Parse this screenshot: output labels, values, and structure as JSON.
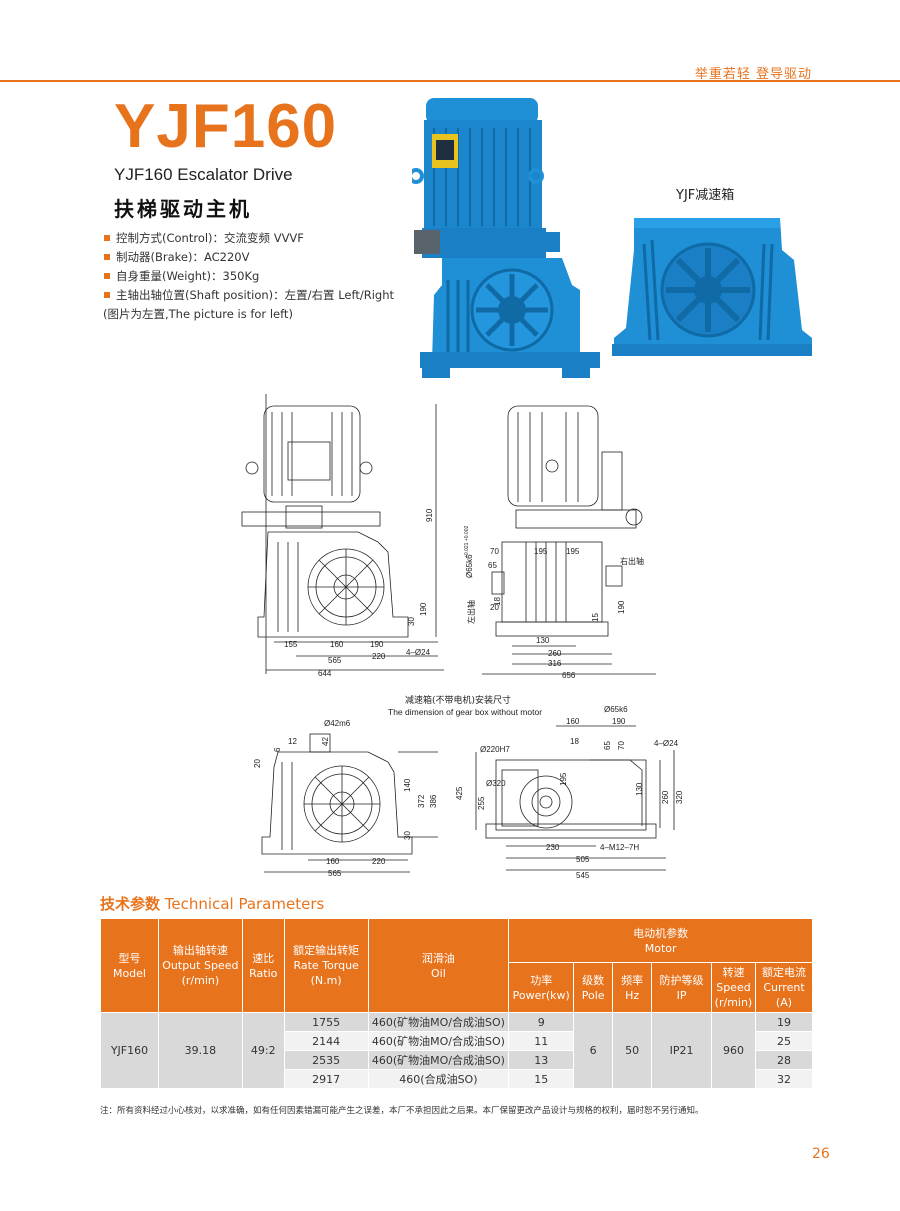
{
  "header": {
    "slogan": "举重若轻  登导驱动"
  },
  "product": {
    "model": "YJF160",
    "subtitle_en": "YJF160 Escalator Drive",
    "subtitle_cn": "扶梯驱动主机"
  },
  "specs": [
    "控制方式(Control)：交流变频 VVVF",
    "制动器(Brake)：AC220V",
    "自身重量(Weight)：350Kg",
    "主轴出轴位置(Shaft position)：左置/右置 Left/Right"
  ],
  "specs_note": "(图片为左置,The picture is for left)",
  "gearbox_caption": "YJF减速箱",
  "drawings": {
    "front_dims": {
      "d155": "155",
      "d160": "160",
      "d190": "190",
      "d220": "220",
      "d565": "565",
      "d644": "644",
      "d910": "910",
      "d30": "30",
      "d190v": "190",
      "holes": "4–Ø24"
    },
    "side_dims": {
      "d70": "70",
      "d195a": "195",
      "d195b": "195",
      "d65": "65",
      "d18": "18",
      "d20": "20",
      "d130": "130",
      "d260": "260",
      "d316": "316",
      "d656": "656",
      "d190": "190",
      "d15": "15",
      "shaft": "Ø65k6",
      "shaft_tol": "+0.021 +0.002",
      "right_shaft": "右出轴",
      "left_shaft": "左出轴"
    },
    "caption_cn": "减速箱(不带电机)安装尺寸",
    "caption_en": "The dimension of gear box without motor",
    "gb_front_dims": {
      "shaft": "Ø42m6",
      "d12": "12",
      "d42": "42",
      "d6": "6",
      "d20": "20",
      "d140": "140",
      "d372": "372",
      "d386": "386",
      "d160": "160",
      "d220": "220",
      "d565": "565",
      "d30": "30"
    },
    "gb_side_dims": {
      "shaft": "Ø65k6",
      "d160": "160",
      "d190": "190",
      "d18": "18",
      "d65": "65",
      "d70": "70",
      "holes": "4–Ø24",
      "bore": "Ø220H7",
      "d320c": "Ø320",
      "d195": "195",
      "d425": "425",
      "d255": "255",
      "d130": "130",
      "d260": "260",
      "d320": "320",
      "d230": "230",
      "d505": "505",
      "d545": "545",
      "thread": "4–M12–7H"
    }
  },
  "section_title_cn": "技术参数",
  "section_title_en": "Technical Parameters",
  "table": {
    "h_model_cn": "型号",
    "h_model_en": "Model",
    "h_speed_cn": "输出轴转速",
    "h_speed_en": "Output Speed",
    "h_speed_unit": "(r/min)",
    "h_ratio_cn": "速比",
    "h_ratio_en": "Ratio",
    "h_torque_cn": "额定输出转矩",
    "h_torque_en": "Rate Torque",
    "h_torque_unit": "(N.m)",
    "h_oil_cn": "润滑油",
    "h_oil_en": "Oil",
    "h_motor_cn": "电动机参数",
    "h_motor_en": "Motor",
    "h_power_cn": "功率",
    "h_power_en": "Power(kw)",
    "h_pole_cn": "级数",
    "h_pole_en": "Pole",
    "h_freq_cn": "频率",
    "h_freq_en": "Hz",
    "h_ip_cn": "防护等级",
    "h_ip_en": "IP",
    "h_mspeed_cn": "转速",
    "h_mspeed_en": "Speed",
    "h_mspeed_unit": "(r/min)",
    "h_current_cn": "额定电流",
    "h_current_en": "Current",
    "h_current_unit": "(A)",
    "model": "YJF160",
    "speed": "39.18",
    "ratio": "49:2",
    "pole": "6",
    "freq": "50",
    "ip": "IP21",
    "mspeed": "960",
    "rows": [
      {
        "torque": "1755",
        "oil": "460(矿物油MO/合成油SO)",
        "power": "9",
        "current": "19"
      },
      {
        "torque": "2144",
        "oil": "460(矿物油MO/合成油SO)",
        "power": "11",
        "current": "25"
      },
      {
        "torque": "2535",
        "oil": "460(矿物油MO/合成油SO)",
        "power": "13",
        "current": "28"
      },
      {
        "torque": "2917",
        "oil": "460(合成油SO)",
        "power": "15",
        "current": "32"
      }
    ]
  },
  "note": "注：所有资料经过小心核对，以求准确，如有任何因素错漏可能产生之误差，本厂不承担因此之后果。本厂保留更改产品设计与规格的权利，届时恕不另行通知。",
  "page_number": "26",
  "colors": {
    "accent": "#e8731d",
    "motor_blue": "#1f8fd6",
    "grey_cell": "#d9d9d9"
  }
}
